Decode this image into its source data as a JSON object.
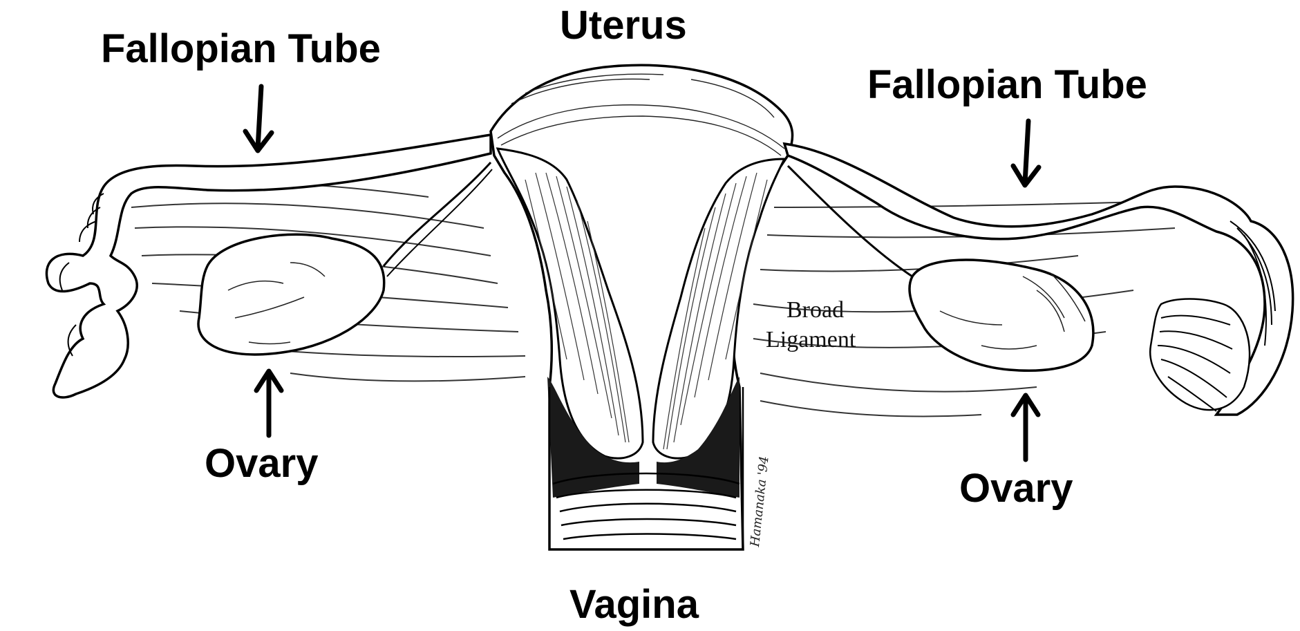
{
  "labels": {
    "uterus": "Uterus",
    "fallopian_tube_left": "Fallopian Tube",
    "fallopian_tube_right": "Fallopian Tube",
    "ovary_left": "Ovary",
    "ovary_right": "Ovary",
    "vagina": "Vagina",
    "broad_ligament_line1": "Broad",
    "broad_ligament_line2": "Ligament"
  },
  "signature": "Hamanaka '94",
  "colors": {
    "ink": "#000000",
    "background": "#ffffff",
    "shading": "#1a1a1a"
  }
}
